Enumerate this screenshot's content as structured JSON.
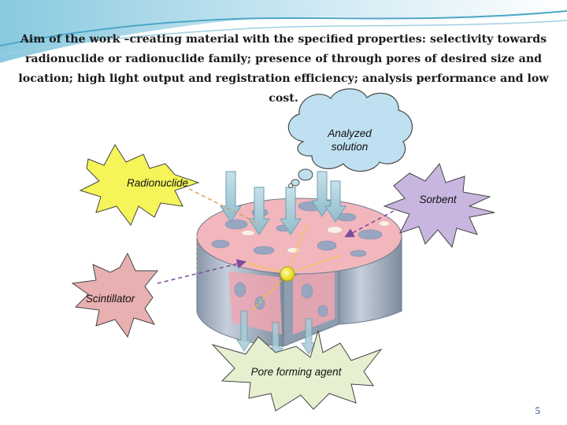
{
  "aim_text": "Aim of the work –creating material with the specified properties: selectivity towards radionuclide or radionuclide family; presence of through  pores of desired size and location; high light output and registration efficiency; analysis performance and low cost.",
  "labels": {
    "analyzed_line1": "Analyzed",
    "analyzed_line2": "solution",
    "radionuclide": "Radionuclide",
    "sorbent": "Sorbent",
    "scintillator": "Scintillator",
    "pore_agent": "Pore forming agent"
  },
  "page_number": "5",
  "colors": {
    "header_wave": "#5fb3cf",
    "cloud_fill": "#bfe0f0",
    "radionuclide_fill": "#f5f55a",
    "sorbent_fill": "#c8b6e0",
    "scintillator_fill": "#e8b0b0",
    "pore_agent_fill": "#e6f0d0",
    "disk_top": "#f2b6bd",
    "disk_side": "#a9b7c7",
    "arrow_fill": "#a9ccd8",
    "core_yellow": "#f5e600"
  }
}
